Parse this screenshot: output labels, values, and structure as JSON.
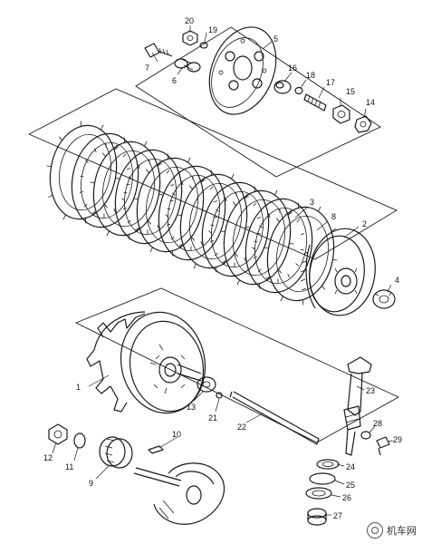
{
  "callouts": [
    {
      "id": "c1",
      "label": "1"
    },
    {
      "id": "c2",
      "label": "2"
    },
    {
      "id": "c3",
      "label": "3"
    },
    {
      "id": "c4",
      "label": "4"
    },
    {
      "id": "c5",
      "label": "5"
    },
    {
      "id": "c6",
      "label": "6"
    },
    {
      "id": "c7",
      "label": "7"
    },
    {
      "id": "c8",
      "label": "8"
    },
    {
      "id": "c9",
      "label": "9"
    },
    {
      "id": "c10",
      "label": "10"
    },
    {
      "id": "c11",
      "label": "11"
    },
    {
      "id": "c12",
      "label": "12"
    },
    {
      "id": "c13",
      "label": "13"
    },
    {
      "id": "c14",
      "label": "14"
    },
    {
      "id": "c15",
      "label": "15"
    },
    {
      "id": "c16",
      "label": "16"
    },
    {
      "id": "c17",
      "label": "17"
    },
    {
      "id": "c18",
      "label": "18"
    },
    {
      "id": "c19",
      "label": "19"
    },
    {
      "id": "c20",
      "label": "20"
    },
    {
      "id": "c21",
      "label": "21"
    },
    {
      "id": "c22",
      "label": "22"
    },
    {
      "id": "c23",
      "label": "23"
    },
    {
      "id": "c24",
      "label": "24"
    },
    {
      "id": "c25",
      "label": "25"
    },
    {
      "id": "c26",
      "label": "26"
    },
    {
      "id": "c27",
      "label": "27"
    },
    {
      "id": "c28",
      "label": "28"
    },
    {
      "id": "c29",
      "label": "29"
    }
  ],
  "watermark": {
    "text": "机车网",
    "icon": "wechat-logo-icon"
  }
}
